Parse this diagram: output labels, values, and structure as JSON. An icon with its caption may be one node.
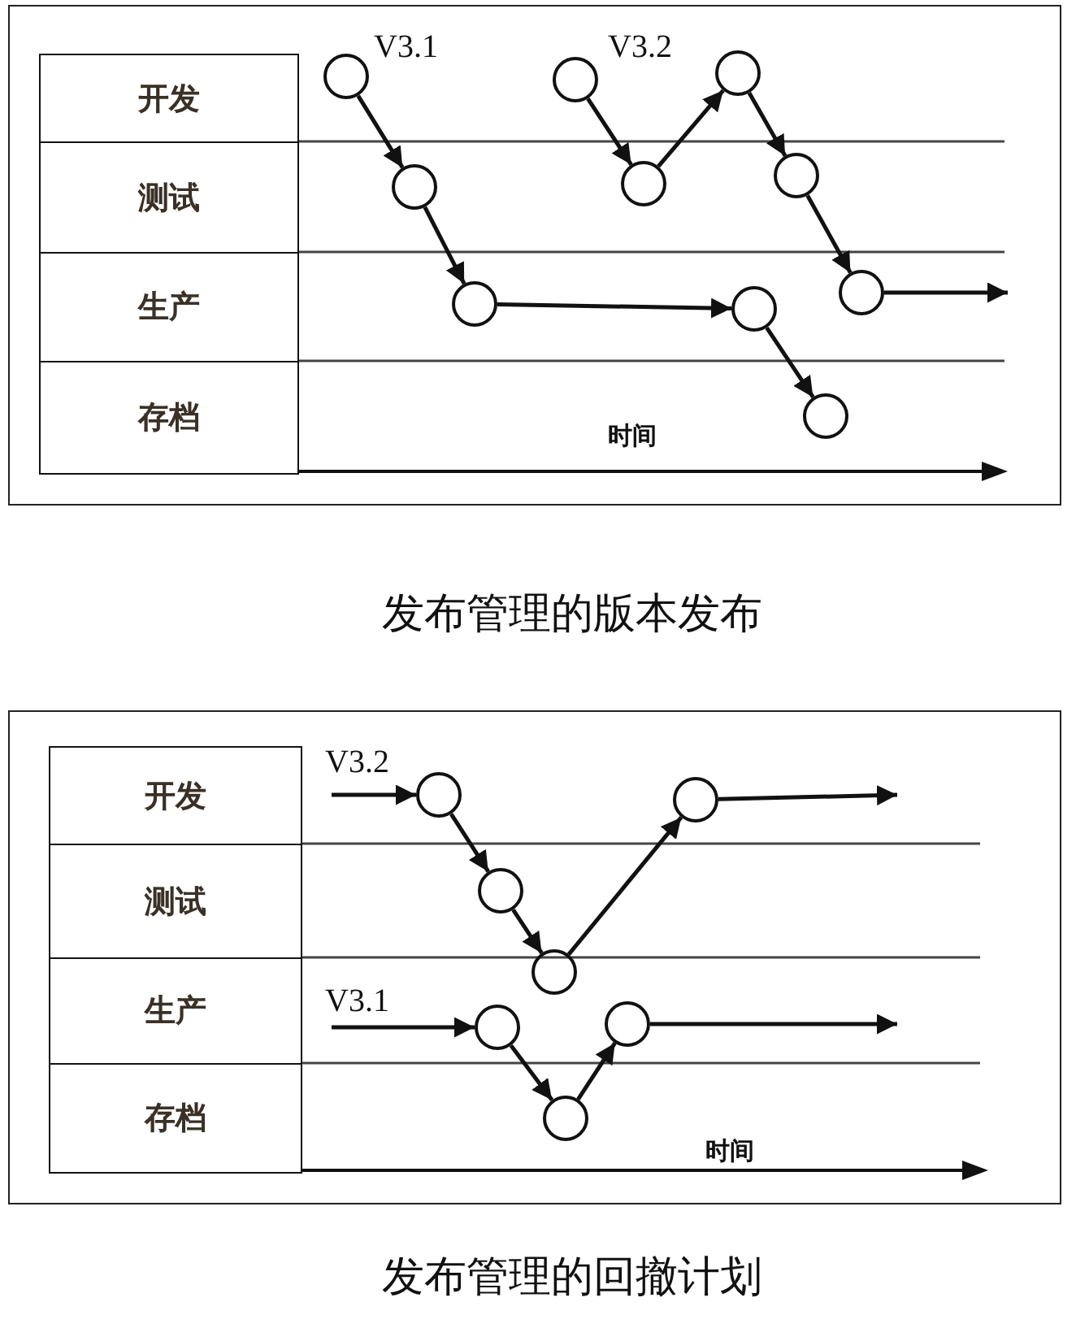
{
  "diagram": {
    "nodes": [
      {
        "text": [
          "开发"
        ]
      },
      {
        "text": [
          "测试"
        ]
      },
      {
        "text": [
          "生产"
        ]
      },
      {
        "text": [
          "存档"
        ]
      },
      {
        "text": [],
        "shape": "circle",
        "beside": [
          "V3.1"
        ]
      },
      {
        "text": [],
        "shape": "circle"
      },
      {
        "text": [],
        "shape": "circle"
      },
      {
        "text": [],
        "shape": "circle",
        "beside": [
          "V3.2"
        ]
      },
      {
        "text": [],
        "shape": "circle"
      },
      {
        "text": [],
        "shape": "circle"
      },
      {
        "text": [],
        "shape": "circle"
      },
      {
        "text": [],
        "shape": "circle"
      },
      {
        "text": [],
        "shape": "circle"
      },
      {
        "text": [],
        "shape": "circle"
      },
      {
        "text": [
          "开发"
        ]
      },
      {
        "text": [
          "测试"
        ]
      },
      {
        "text": [
          "生产"
        ]
      },
      {
        "text": [
          "存档"
        ]
      },
      {
        "text": [],
        "shape": "circle"
      },
      {
        "text": [],
        "shape": "circle"
      },
      {
        "text": [],
        "shape": "circle"
      },
      {
        "text": [],
        "shape": "circle"
      },
      {
        "text": [],
        "shape": "circle"
      },
      {
        "text": [],
        "shape": "circle"
      },
      {
        "text": [],
        "shape": "circle"
      }
    ],
    "edges": [
      {
        "from": 4,
        "to": 5,
        "arrow": "to"
      },
      {
        "from": 5,
        "to": 6,
        "arrow": "to"
      },
      {
        "from": 6,
        "to": 10,
        "arrow": "to"
      },
      {
        "from": 10,
        "to": 12,
        "arrow": "to"
      },
      {
        "from": 7,
        "to": 8,
        "arrow": "to"
      },
      {
        "from": 8,
        "to": 9,
        "arrow": "to"
      },
      {
        "from": 9,
        "to": 11,
        "arrow": "to"
      },
      {
        "from": 11,
        "to": 13,
        "arrow": "to"
      },
      {
        "from": 13,
        "to": null,
        "arrow": "to"
      },
      {
        "from": null,
        "to": 18,
        "arrow": "to"
      },
      {
        "from": 18,
        "to": 20,
        "arrow": "to"
      },
      {
        "from": 20,
        "to": 21,
        "arrow": "to"
      },
      {
        "from": 21,
        "to": 24,
        "arrow": "to"
      },
      {
        "from": 24,
        "to": null,
        "arrow": "to"
      },
      {
        "from": null,
        "to": 19,
        "arrow": "to"
      },
      {
        "from": 19,
        "to": 22,
        "arrow": "to"
      },
      {
        "from": 22,
        "to": 23,
        "arrow": "to"
      },
      {
        "from": 23,
        "to": null,
        "arrow": "to"
      }
    ],
    "labels": [
      "时间",
      "发布管理的版本发布",
      "V3.2",
      "V3.1",
      "时间",
      "发布管理的回撤计划"
    ]
  }
}
